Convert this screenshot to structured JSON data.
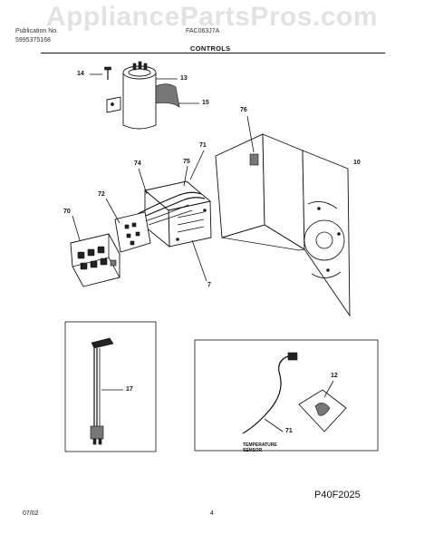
{
  "watermark": "AppliancePartsPros.com",
  "header": {
    "line1_left": "Publication No.",
    "line1_right": "FAC063J7A",
    "line2_left": "5995375168",
    "title": "CONTROLS"
  },
  "callouts": {
    "c14": "14",
    "c13": "13",
    "c15": "15",
    "c76": "76",
    "c71": "71",
    "c10": "10",
    "c74": "74",
    "c75": "75",
    "c72": "72",
    "c70": "70",
    "c7": "7",
    "c17": "17",
    "c12": "12",
    "c71b": "71"
  },
  "sensor_label": "TEMPERATURE SENSOR",
  "figure_id": "P40F2025",
  "footer": {
    "date": "07/02",
    "page": "4"
  }
}
